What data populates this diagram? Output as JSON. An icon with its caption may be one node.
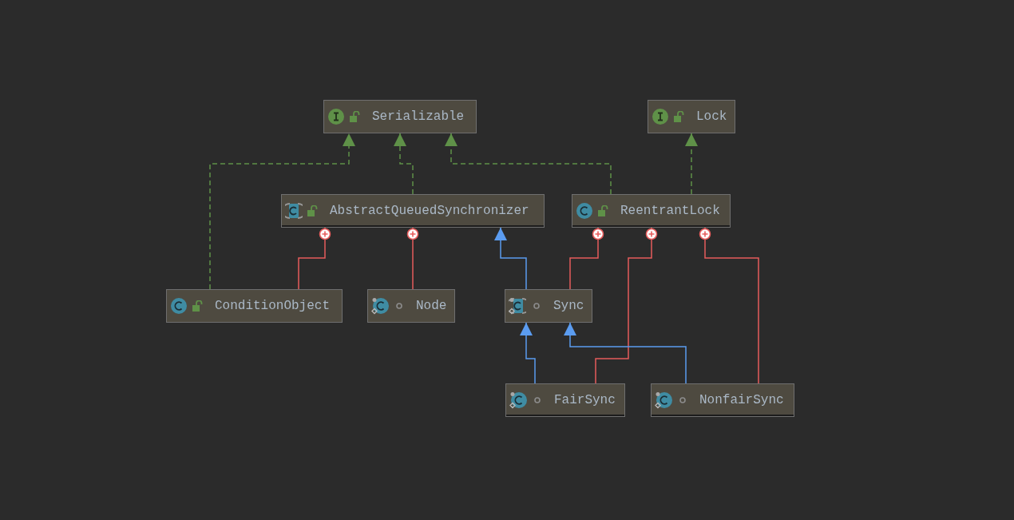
{
  "diagram": {
    "nodes": [
      {
        "text": [
          "Serializable"
        ]
      },
      {
        "text": [
          "Lock"
        ]
      },
      {
        "text": [
          "AbstractQueuedSynchronizer"
        ]
      },
      {
        "text": [
          "ReentrantLock"
        ]
      },
      {
        "text": [
          "ConditionObject"
        ]
      },
      {
        "text": [
          "Node"
        ]
      },
      {
        "text": [
          "Sync"
        ]
      },
      {
        "text": [
          "FairSync"
        ]
      },
      {
        "text": [
          "NonfairSync"
        ]
      }
    ],
    "edges": [
      {
        "from": 4,
        "to": 0,
        "arrow": "to",
        "style": "dashed",
        "color": "#5f9148"
      },
      {
        "from": 2,
        "to": 0,
        "arrow": "to",
        "style": "dashed",
        "color": "#5f9148"
      },
      {
        "from": 3,
        "to": 0,
        "arrow": "to",
        "style": "dashed",
        "color": "#5f9148"
      },
      {
        "from": 3,
        "to": 1,
        "arrow": "to",
        "style": "dashed",
        "color": "#5f9148"
      },
      {
        "from": 2,
        "to": 4,
        "arrow": "other",
        "color": "#e65c5c"
      },
      {
        "from": 2,
        "to": 5,
        "arrow": "other",
        "color": "#e65c5c"
      },
      {
        "from": 3,
        "to": 6,
        "arrow": "other",
        "color": "#e65c5c"
      },
      {
        "from": 3,
        "to": 7,
        "arrow": "other",
        "color": "#e65c5c"
      },
      {
        "from": 3,
        "to": 8,
        "arrow": "other",
        "color": "#e65c5c"
      },
      {
        "from": 6,
        "to": 2,
        "arrow": "to",
        "color": "#5b9cf0"
      },
      {
        "from": 7,
        "to": 6,
        "arrow": "to",
        "color": "#5b9cf0"
      },
      {
        "from": 8,
        "to": 6,
        "arrow": "to",
        "color": "#5b9cf0"
      }
    ]
  }
}
